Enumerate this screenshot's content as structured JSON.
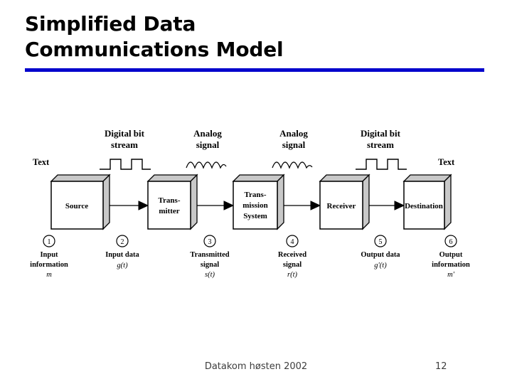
{
  "slide": {
    "title_lines": [
      "Simplified Data",
      "Communications Model"
    ],
    "accent_color": "#0000CC",
    "background_color": "#FFFFFF"
  },
  "footer": {
    "center_text": "Datakom høsten 2002",
    "page_number": "12"
  },
  "diagram": {
    "box_face_color": "#FFFFFF",
    "box_shade_color": "#C8C8C8",
    "stroke_color": "#000000",
    "endpoint_labels": {
      "left": "Text",
      "right": "Text"
    },
    "signal_headers": [
      {
        "id": "digital-1",
        "line1": "Digital bit",
        "line2": "stream",
        "waveform": "square-wave-icon"
      },
      {
        "id": "analog-1",
        "line1": "Analog",
        "line2": "signal",
        "waveform": "sine-wave-icon"
      },
      {
        "id": "analog-2",
        "line1": "Analog",
        "line2": "signal",
        "waveform": "sine-wave-icon"
      },
      {
        "id": "digital-2",
        "line1": "Digital bit",
        "line2": "stream",
        "waveform": "square-wave-icon"
      }
    ],
    "boxes": [
      {
        "id": "source",
        "lines": [
          "Source"
        ]
      },
      {
        "id": "transmitter",
        "lines": [
          "Trans-",
          "mitter"
        ]
      },
      {
        "id": "transmission",
        "lines": [
          "Trans-",
          "mission",
          "System"
        ]
      },
      {
        "id": "receiver",
        "lines": [
          "Receiver"
        ]
      },
      {
        "id": "destination",
        "lines": [
          "Destination"
        ]
      }
    ],
    "stages": [
      {
        "number": "1",
        "line1": "Input",
        "line2": "information",
        "math": "m"
      },
      {
        "number": "2",
        "line1": "Input data",
        "line2": "",
        "math": "g(t)"
      },
      {
        "number": "3",
        "line1": "Transmitted",
        "line2": "signal",
        "math": "s(t)"
      },
      {
        "number": "4",
        "line1": "Received",
        "line2": "signal",
        "math": "r(t)"
      },
      {
        "number": "5",
        "line1": "Output data",
        "line2": "",
        "math": "g'(t)"
      },
      {
        "number": "6",
        "line1": "Output",
        "line2": "information",
        "math": "m'"
      }
    ]
  }
}
